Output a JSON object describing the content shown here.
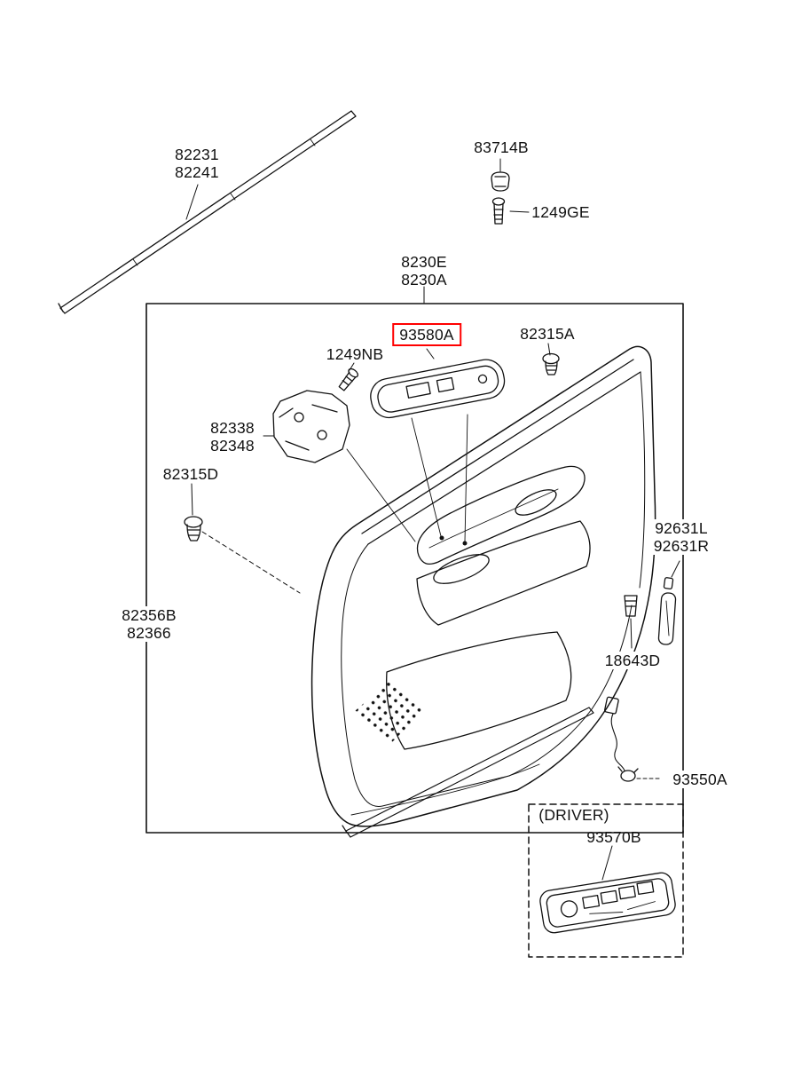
{
  "colors": {
    "line": "#111111",
    "highlight": "#ff0000",
    "background": "#ffffff"
  },
  "highlighted_part": "93580A",
  "labels": {
    "weatherstrip": "82231\n82241",
    "clip": "83714B",
    "screw_ge": "1249GE",
    "trim_assembly": "8230E\n8230A",
    "switch_bezel": "93580A",
    "grommet_a": "82315A",
    "screw_nb": "1249NB",
    "bracket": "82338\n82348",
    "grommet_d": "82315D",
    "reflector": "92631L\n92631R",
    "trim_panel": "82356B\n82366",
    "bulb": "18643D",
    "wiring": "93550A",
    "driver_caption": "(DRIVER)",
    "master_switch": "93570B"
  }
}
